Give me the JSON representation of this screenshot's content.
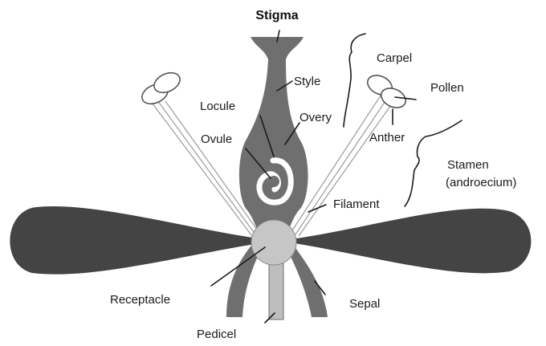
{
  "labels": {
    "stigma": "Stigma",
    "style": "Style",
    "carpel": "Carpel",
    "pollen": "Pollen",
    "locule": "Locule",
    "ovary": "Overy",
    "ovule": "Ovule",
    "anther": "Anther",
    "stamen_line1": "Stamen",
    "stamen_line2": "(androecium)",
    "filament": "Filament",
    "receptacle": "Receptacle",
    "sepal": "Sepal",
    "pedicel": "Pedicel"
  },
  "colors": {
    "petal": "#444444",
    "pistil": "#6f6f6f",
    "receptacle": "#c6c6c6",
    "pedicel": "#bdbdbd",
    "ovule_cavity": "#ffffff",
    "leader_lines": "#1a1a1a"
  }
}
